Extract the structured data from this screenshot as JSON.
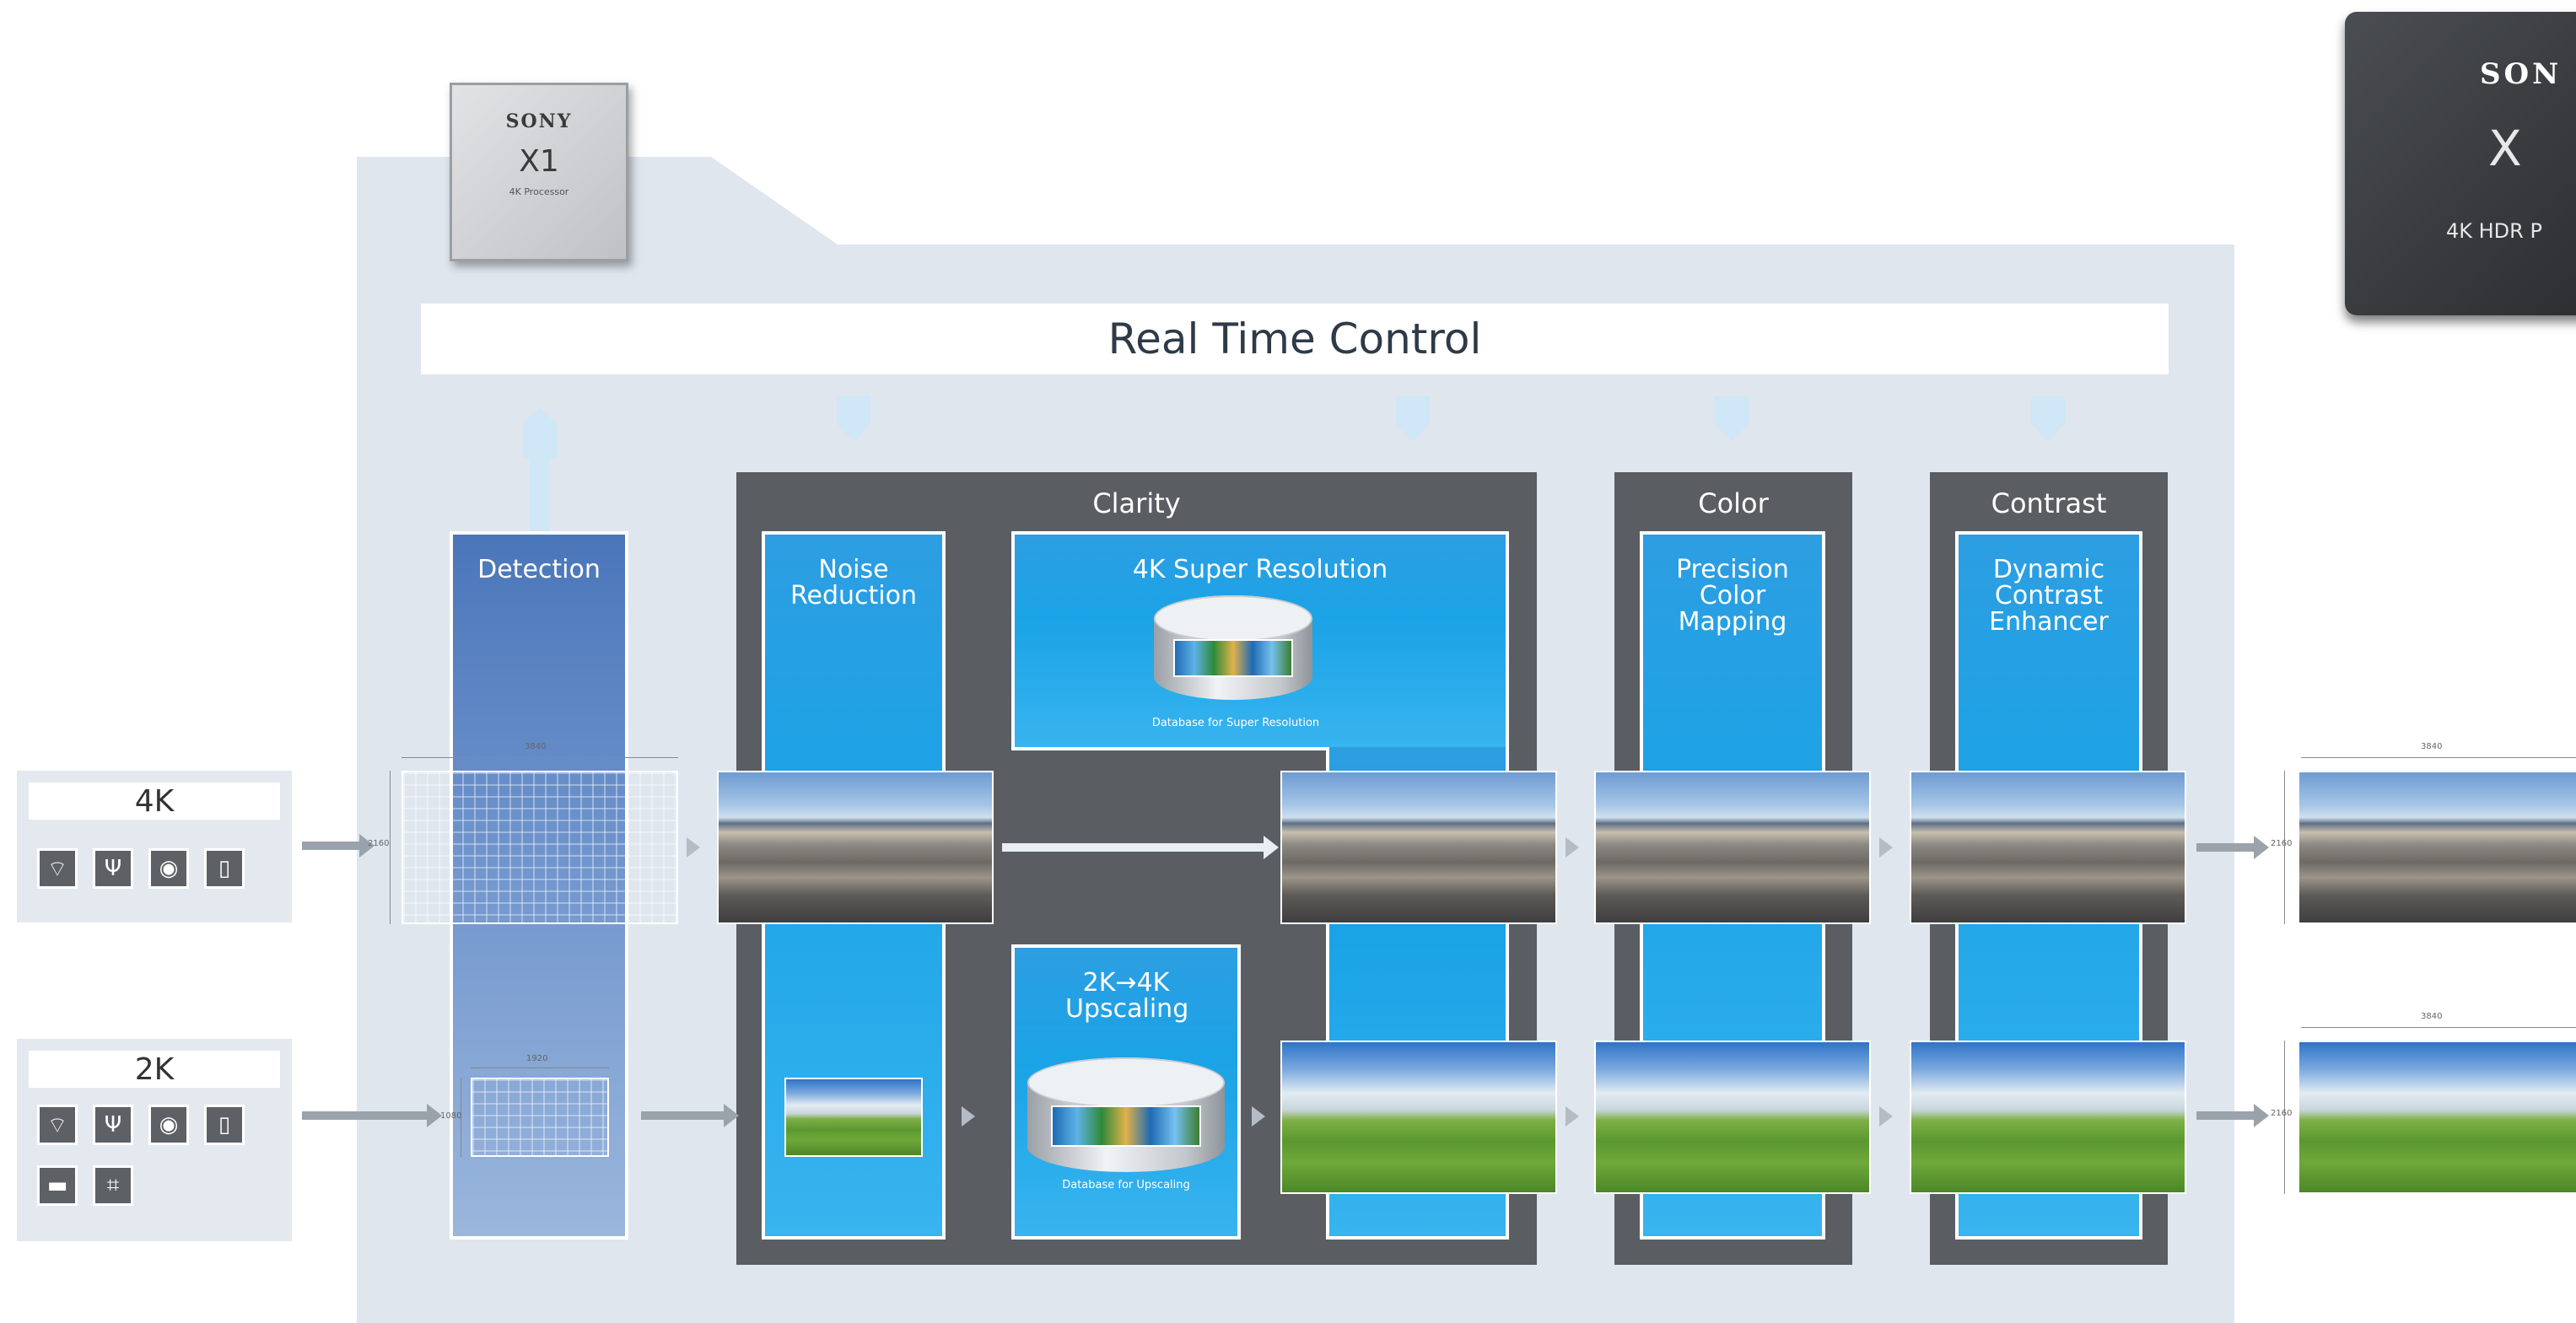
{
  "header": {
    "real_time_control": "Real Time Control"
  },
  "chip_small": {
    "brand": "SONY",
    "model": "X1",
    "subtitle": "4K Processor"
  },
  "chip_large": {
    "brand": "SON",
    "model": "X",
    "subtitle": "4K HDR P"
  },
  "categories": {
    "clarity": "Clarity",
    "color": "Color",
    "contrast": "Contrast"
  },
  "stages": {
    "detection": "Detection",
    "noise_reduction": "Noise Reduction",
    "super_resolution": "4K Super Resolution",
    "upscaling": "2K→4K Upscaling",
    "color_mapping": "Precision Color Mapping",
    "contrast_enhancer": "Dynamic Contrast Enhancer"
  },
  "databases": {
    "super_resolution": "Database for Super Resolution",
    "upscaling": "Database for Upscaling"
  },
  "inputs": {
    "k4": "4K",
    "k2": "2K"
  },
  "dimensions": {
    "w4k": "3840",
    "h4k": "2160",
    "w2k": "1920",
    "h2k": "1080"
  },
  "colors": {
    "panel": "#dfe6ee",
    "dark_box": "#5a5e63",
    "blue_column": "#1aa3e6",
    "detection_column": "#4a76ba"
  },
  "icons": [
    "satellite-dish-icon",
    "antenna-icon",
    "disc-player-icon",
    "smartphone-icon",
    "set-top-box-icon",
    "game-console-icon"
  ]
}
